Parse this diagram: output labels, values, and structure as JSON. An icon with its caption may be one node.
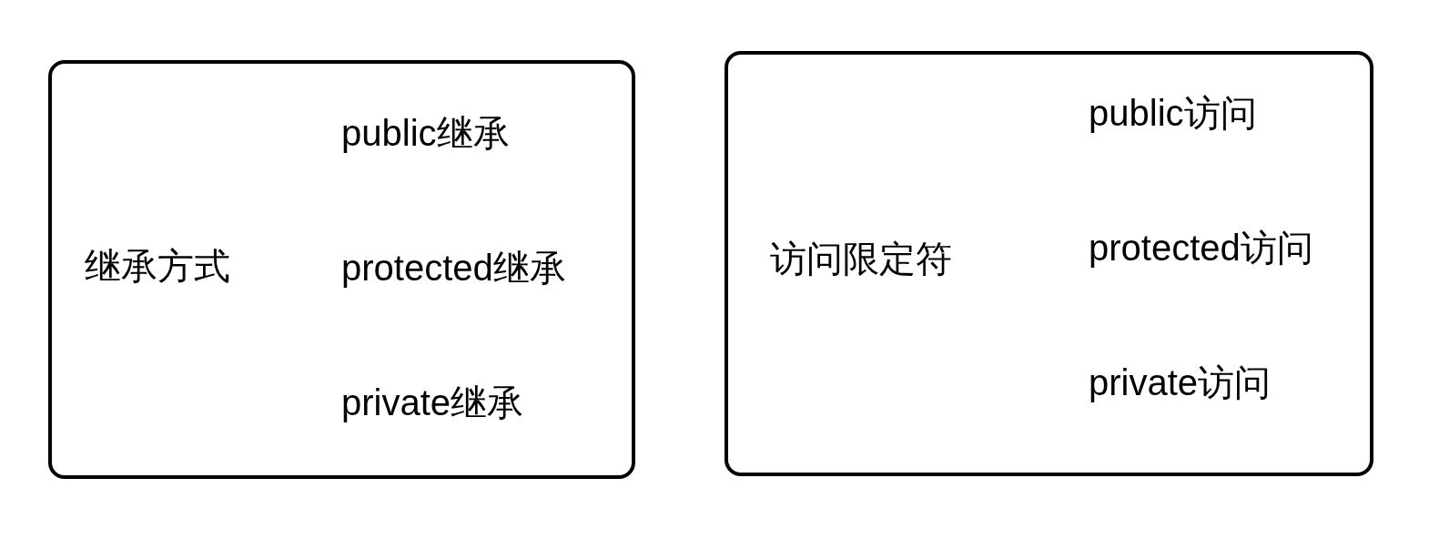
{
  "diagram": {
    "nodes": [
      {
        "text": [
          "继承方式",
          "public继承",
          "protected继承",
          "private继承"
        ]
      },
      {
        "text": [
          "访问限定符",
          "public访问",
          "protected访问",
          "private访问"
        ]
      }
    ]
  }
}
